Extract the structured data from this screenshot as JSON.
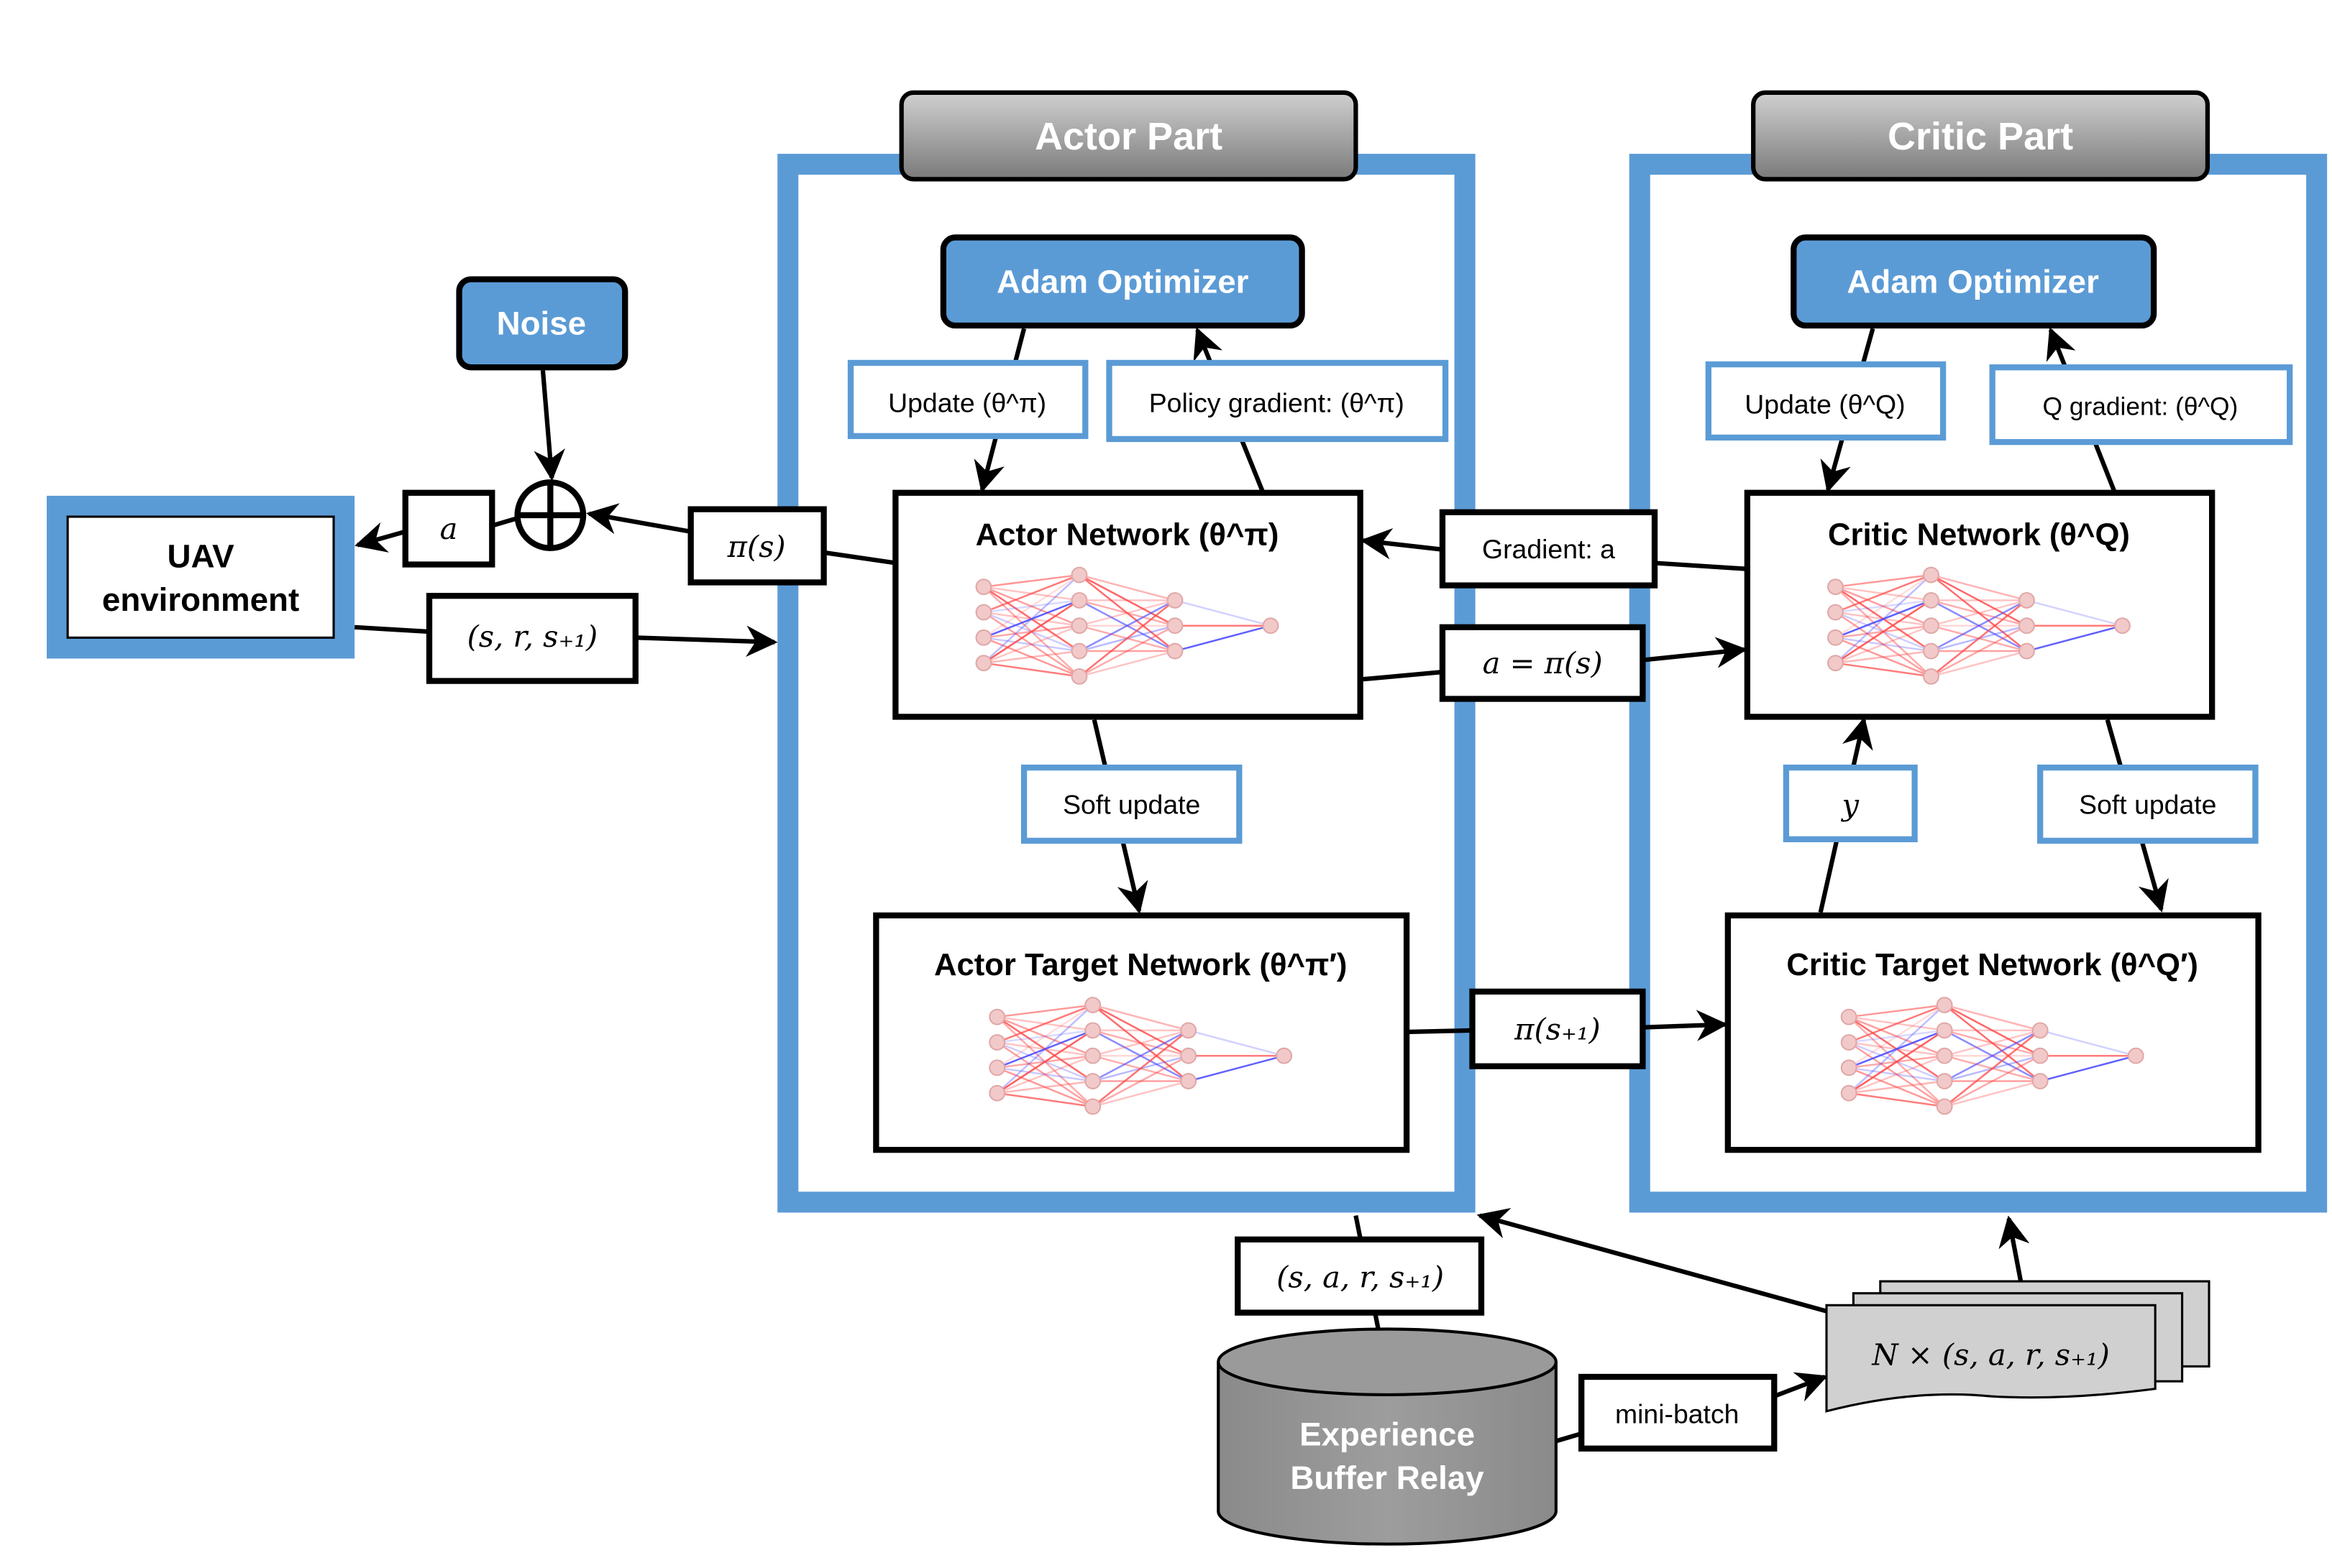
{
  "actor": {
    "header": "Actor Part",
    "optimizer": "Adam Optimizer",
    "update": "Update (θ^π)",
    "policy_gradient": "Policy gradient: (θ^π)",
    "network": "Actor Network (θ^π)",
    "soft_update": "Soft update",
    "target_network": "Actor Target Network (θ^π′)"
  },
  "critic": {
    "header": "Critic Part",
    "optimizer": "Adam Optimizer",
    "update": "Update (θ^Q)",
    "q_gradient": "Q gradient: (θ^Q)",
    "network": "Critic Network (θ^Q)",
    "soft_update": "Soft update",
    "y_label": "y",
    "target_network": "Critic Target Network (θ^Q′)"
  },
  "environment": {
    "line1": "UAV",
    "line2": "environment"
  },
  "noise": "Noise",
  "signals": {
    "action": "a",
    "policy": "π(s)",
    "transition": "(s, r, s₊₁)",
    "gradient_a": "Gradient: a",
    "a_eq_pi": "a = π(s)",
    "pi_next": "π(s₊₁)",
    "experience_tuple": "(s, a, r, s₊₁)",
    "mini_batch": "mini-batch",
    "batch_samples": "N × (s, a, r, s₊₁)"
  },
  "buffer": {
    "line1": "Experience",
    "line2": "Buffer Relay"
  },
  "colors": {
    "blue": "#5b9bd5",
    "border_blue": "#4a8bd0",
    "gray": "#8c8c8c",
    "black": "#000000"
  }
}
